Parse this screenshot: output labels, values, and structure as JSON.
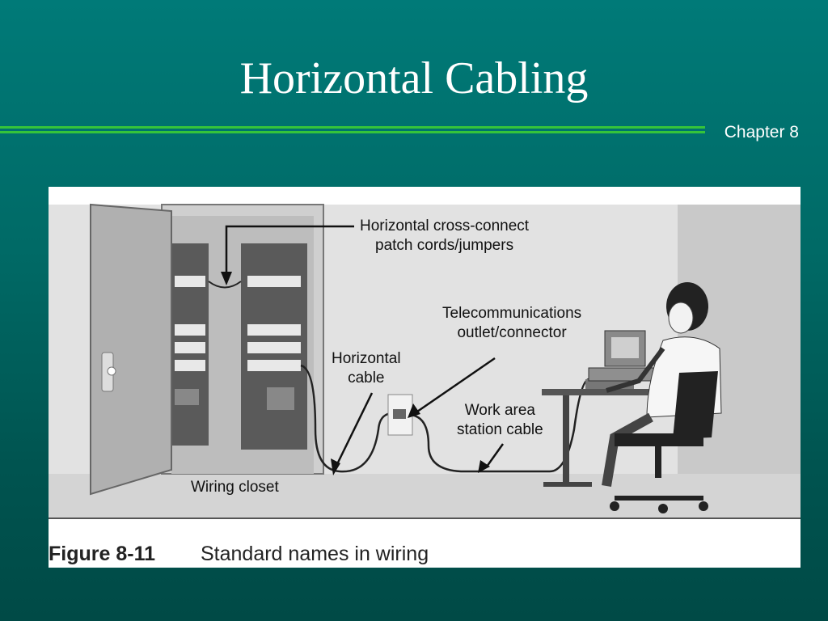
{
  "slide": {
    "title": "Horizontal Cabling",
    "chapter": "Chapter 8"
  },
  "figure": {
    "labels": {
      "cross_connect_line1": "Horizontal cross-connect",
      "cross_connect_line2": "patch cords/jumpers",
      "telecom_line1": "Telecommunications",
      "telecom_line2": "outlet/connector",
      "horizontal_line1": "Horizontal",
      "horizontal_line2": "cable",
      "work_area_line1": "Work area",
      "work_area_line2": "station cable",
      "wiring_closet": "Wiring closet"
    },
    "caption": {
      "number": "Figure 8-11",
      "text": "Standard names in wiring"
    }
  }
}
